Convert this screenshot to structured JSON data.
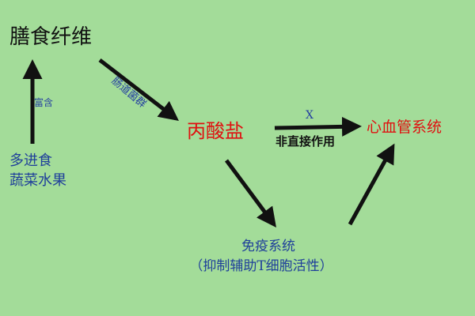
{
  "diagram": {
    "nodes": {
      "dietary_fiber": "膳食纤维",
      "eat_more_line1": "多进食",
      "eat_more_line2": "蔬菜水果",
      "propionate": "丙酸盐",
      "cardiovascular": "心血管系统",
      "immune_title": "免疫系统",
      "immune_subtitle": "（抑制辅助T细胞活性）"
    },
    "edge_labels": {
      "rich_in": "富含",
      "gut_bacteria": "肠道菌群",
      "x_mark": "X",
      "indirect_effect": "非直接作用"
    },
    "colors": {
      "background": "#a3dc99",
      "arrow": "#111111",
      "highlight_red": "#e01010",
      "label_blue": "#2540a0"
    }
  }
}
